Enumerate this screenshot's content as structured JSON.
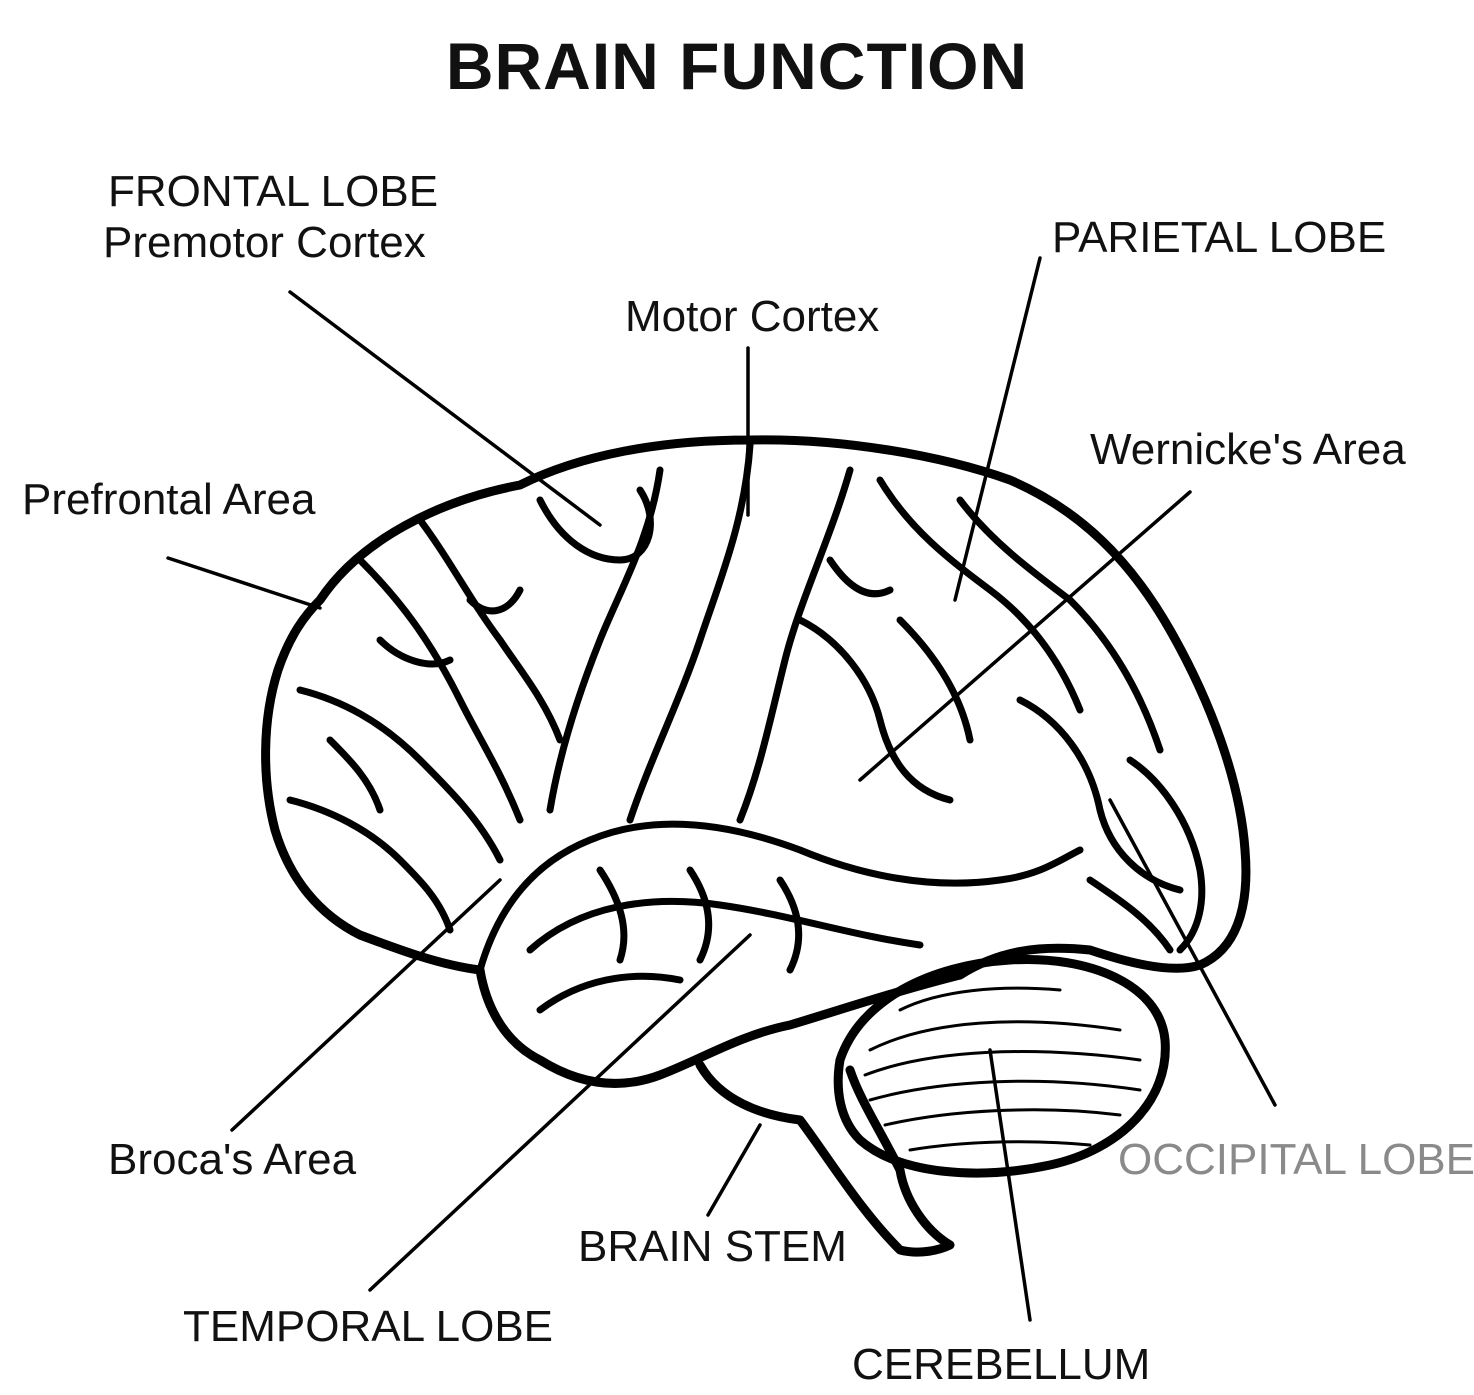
{
  "title": "BRAIN FUNCTION",
  "labels": {
    "frontal_lobe": "FRONTAL LOBE",
    "premotor_cortex": "Premotor Cortex",
    "parietal_lobe": "PARIETAL LOBE",
    "motor_cortex": "Motor Cortex",
    "wernickes_area": "Wernicke's Area",
    "prefrontal_area": "Prefrontal Area",
    "brocas_area": "Broca's Area",
    "occipital_lobe": "OCCIPITAL LOBE",
    "brain_stem": "BRAIN STEM",
    "temporal_lobe": "TEMPORAL LOBE",
    "cerebellum": "CEREBELLUM"
  }
}
